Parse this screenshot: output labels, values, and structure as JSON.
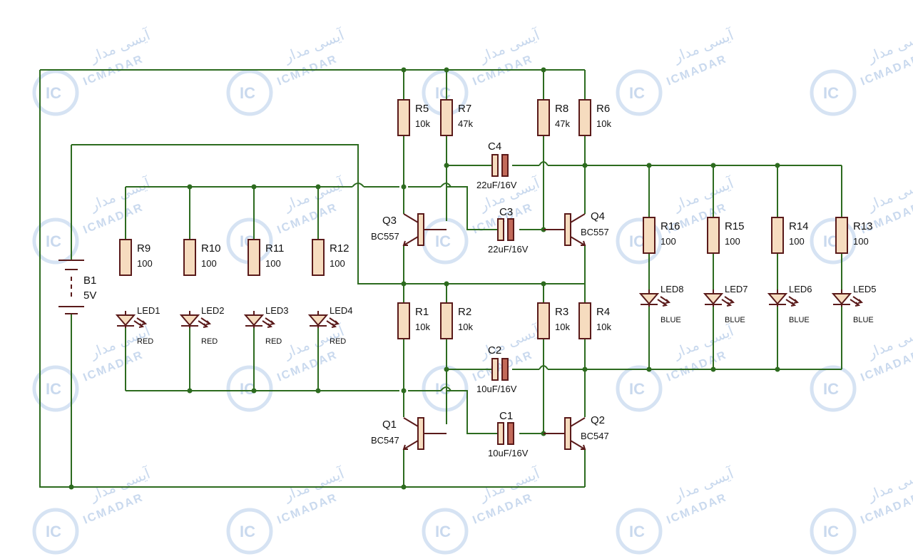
{
  "watermark": {
    "latin": "ICMADAR",
    "persian": "آیسی مدار",
    "logo": "IC"
  },
  "battery": {
    "ref": "B1",
    "value": "5V"
  },
  "resistors": [
    {
      "ref": "R5",
      "value": "10k"
    },
    {
      "ref": "R7",
      "value": "47k"
    },
    {
      "ref": "R8",
      "value": "47k"
    },
    {
      "ref": "R6",
      "value": "10k"
    },
    {
      "ref": "R1",
      "value": "10k"
    },
    {
      "ref": "R2",
      "value": "10k"
    },
    {
      "ref": "R3",
      "value": "10k"
    },
    {
      "ref": "R4",
      "value": "10k"
    },
    {
      "ref": "R9",
      "value": "100"
    },
    {
      "ref": "R10",
      "value": "100"
    },
    {
      "ref": "R11",
      "value": "100"
    },
    {
      "ref": "R12",
      "value": "100"
    },
    {
      "ref": "R16",
      "value": "100"
    },
    {
      "ref": "R15",
      "value": "100"
    },
    {
      "ref": "R14",
      "value": "100"
    },
    {
      "ref": "R13",
      "value": "100"
    }
  ],
  "capacitors": [
    {
      "ref": "C4",
      "value": "22uF/16V"
    },
    {
      "ref": "C3",
      "value": "22uF/16V"
    },
    {
      "ref": "C2",
      "value": "10uF/16V"
    },
    {
      "ref": "C1",
      "value": "10uF/16V"
    }
  ],
  "transistors": [
    {
      "ref": "Q3",
      "value": "BC557"
    },
    {
      "ref": "Q4",
      "value": "BC557"
    },
    {
      "ref": "Q1",
      "value": "BC547"
    },
    {
      "ref": "Q2",
      "value": "BC547"
    }
  ],
  "leds": [
    {
      "ref": "LED1",
      "color": "RED"
    },
    {
      "ref": "LED2",
      "color": "RED"
    },
    {
      "ref": "LED3",
      "color": "RED"
    },
    {
      "ref": "LED4",
      "color": "RED"
    },
    {
      "ref": "LED8",
      "color": "BLUE"
    },
    {
      "ref": "LED7",
      "color": "BLUE"
    },
    {
      "ref": "LED6",
      "color": "BLUE"
    },
    {
      "ref": "LED5",
      "color": "BLUE"
    }
  ]
}
